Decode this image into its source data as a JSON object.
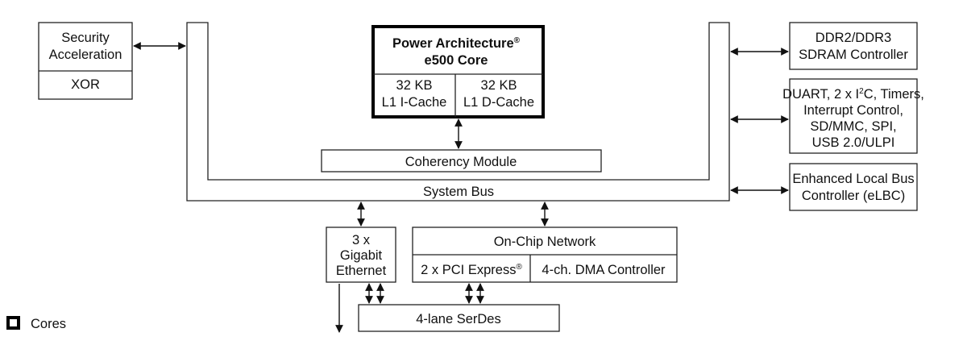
{
  "blocks": {
    "security": {
      "line1": "Security",
      "line2": "Acceleration",
      "xor": "XOR"
    },
    "core": {
      "title_line1": "Power Architecture",
      "title_line1_sup": "®",
      "title_line2": "e500 Core",
      "icache_line1": "32 KB",
      "icache_line2": "L1 I-Cache",
      "dcache_line1": "32 KB",
      "dcache_line2": "L1 D-Cache"
    },
    "coherency": "Coherency Module",
    "system_bus": "System Bus",
    "ddr": {
      "line1": "DDR2/DDR3",
      "line2": "SDRAM Controller"
    },
    "peripherals": {
      "line1_a": "DUART, 2 x I",
      "line1_sup": "2",
      "line1_b": "C, Timers,",
      "line2": "Interrupt Control,",
      "line3": "SD/MMC, SPI,",
      "line4": "USB 2.0/ULPI"
    },
    "elbc": {
      "line1": "Enhanced Local Bus",
      "line2": "Controller (eLBC)"
    },
    "ethernet": {
      "line1": "3 x",
      "line2": "Gigabit",
      "line3": "Ethernet"
    },
    "network": {
      "title": "On-Chip Network",
      "pcie": "2 x PCI Express",
      "pcie_sup": "®",
      "dma": "4-ch. DMA Controller"
    },
    "serdes": "4-lane SerDes"
  },
  "legend": {
    "label": "Cores"
  }
}
